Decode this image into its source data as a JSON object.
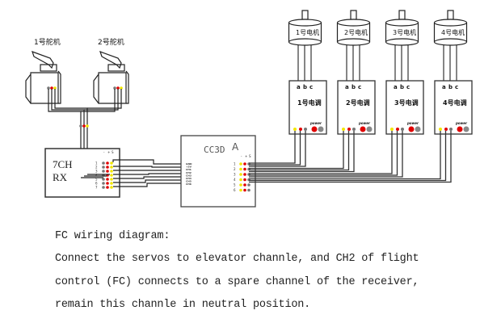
{
  "diagram": {
    "title": "FC wiring diagram",
    "receiver": {
      "line1": "7CH",
      "line2": "RX",
      "channels": [
        "1",
        "2",
        "3",
        "4",
        "5",
        "6",
        "7"
      ],
      "header": [
        "-",
        "+",
        "S"
      ]
    },
    "flight_controller": {
      "label": "CC3D",
      "marker": "A",
      "outputs": [
        "1",
        "2",
        "3",
        "4",
        "5",
        "6"
      ],
      "header": [
        "-",
        "+",
        "S"
      ],
      "input_pins": [
        "GND",
        "+5V",
        "CH1",
        "CH2",
        "CH3",
        "CH4",
        "CH5",
        "CH6"
      ]
    },
    "servos": [
      {
        "label": "1号舵机"
      },
      {
        "label": "2号舵机"
      }
    ],
    "motors": [
      {
        "label": "1号电机"
      },
      {
        "label": "2号电机"
      },
      {
        "label": "3号电机"
      },
      {
        "label": "4号电机"
      }
    ],
    "escs": [
      {
        "label": "1号电调",
        "phase_pins": [
          "a",
          "b",
          "c"
        ],
        "power_label": "power"
      },
      {
        "label": "2号电调",
        "phase_pins": [
          "a",
          "b",
          "c"
        ],
        "power_label": "power"
      },
      {
        "label": "3号电调",
        "phase_pins": [
          "a",
          "b",
          "c"
        ],
        "power_label": "power"
      },
      {
        "label": "4号电调",
        "phase_pins": [
          "a",
          "b",
          "c"
        ],
        "power_label": "power"
      }
    ],
    "colors": {
      "signal": "#f2e600",
      "power": "#e00000",
      "ground": "#777777",
      "wire": "#222222"
    }
  },
  "caption": {
    "line1": "FC wiring diagram:",
    "line2": "Connect the servos to elevator channle, and CH2 of flight",
    "line3": "control (FC) connects to a spare channel of the receiver,",
    "line4": "remain this channle in neutral position."
  }
}
